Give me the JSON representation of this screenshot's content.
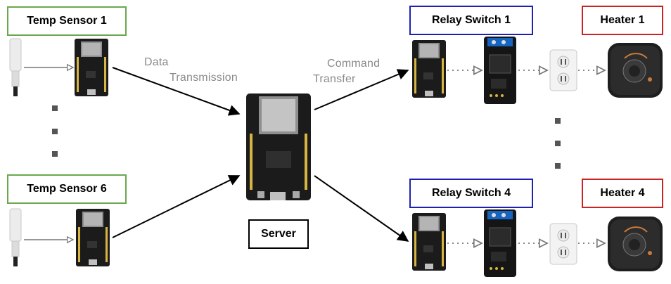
{
  "labels": {
    "temp_sensor_1": "Temp Sensor 1",
    "temp_sensor_6": "Temp Sensor 6",
    "relay_switch_1": "Relay Switch 1",
    "relay_switch_4": "Relay Switch 4",
    "heater_1": "Heater 1",
    "heater_4": "Heater 4",
    "server": "Server"
  },
  "flow_labels": {
    "data_line1": "Data",
    "data_line2": "Transmission",
    "command_line1": "Command",
    "command_line2": "Transfer"
  },
  "colors": {
    "sensor_border": "#6aa84f",
    "relay_border": "#1f1fb4",
    "heater_border": "#cc2222",
    "board_pcb": "#1b1b1b",
    "relay_module": "#1565c0"
  },
  "icons": [
    "temperature-probe-icon",
    "esp32-board-icon",
    "relay-module-icon",
    "power-outlet-icon",
    "heater-icon"
  ]
}
